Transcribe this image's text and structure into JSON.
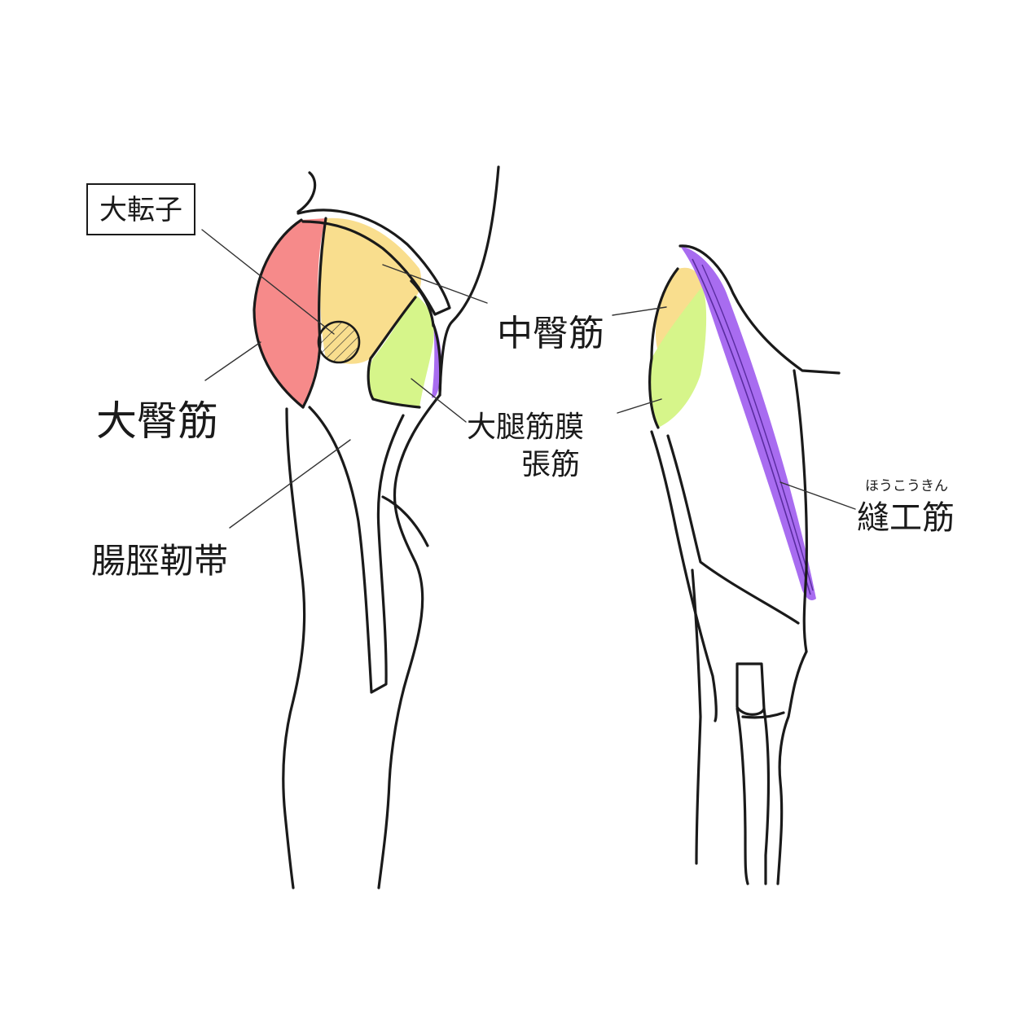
{
  "labels": {
    "greater_trochanter": "大転子",
    "gluteus_medius": "中臀筋",
    "gluteus_maximus": "大臀筋",
    "tensor_fasciae_latae_line1": "大腿筋膜",
    "tensor_fasciae_latae_line2": "張筋",
    "iliotibial_band": "腸脛靭帯",
    "sartorius_reading": "ほうこうきん",
    "sartorius": "縫工筋"
  },
  "colors": {
    "gluteus_maximus": "#f68a8a",
    "gluteus_medius": "#f9de8e",
    "tensor_fasciae_latae": "#d6f58a",
    "sartorius": "#a86cf0",
    "ink": "#1a1a1a"
  }
}
